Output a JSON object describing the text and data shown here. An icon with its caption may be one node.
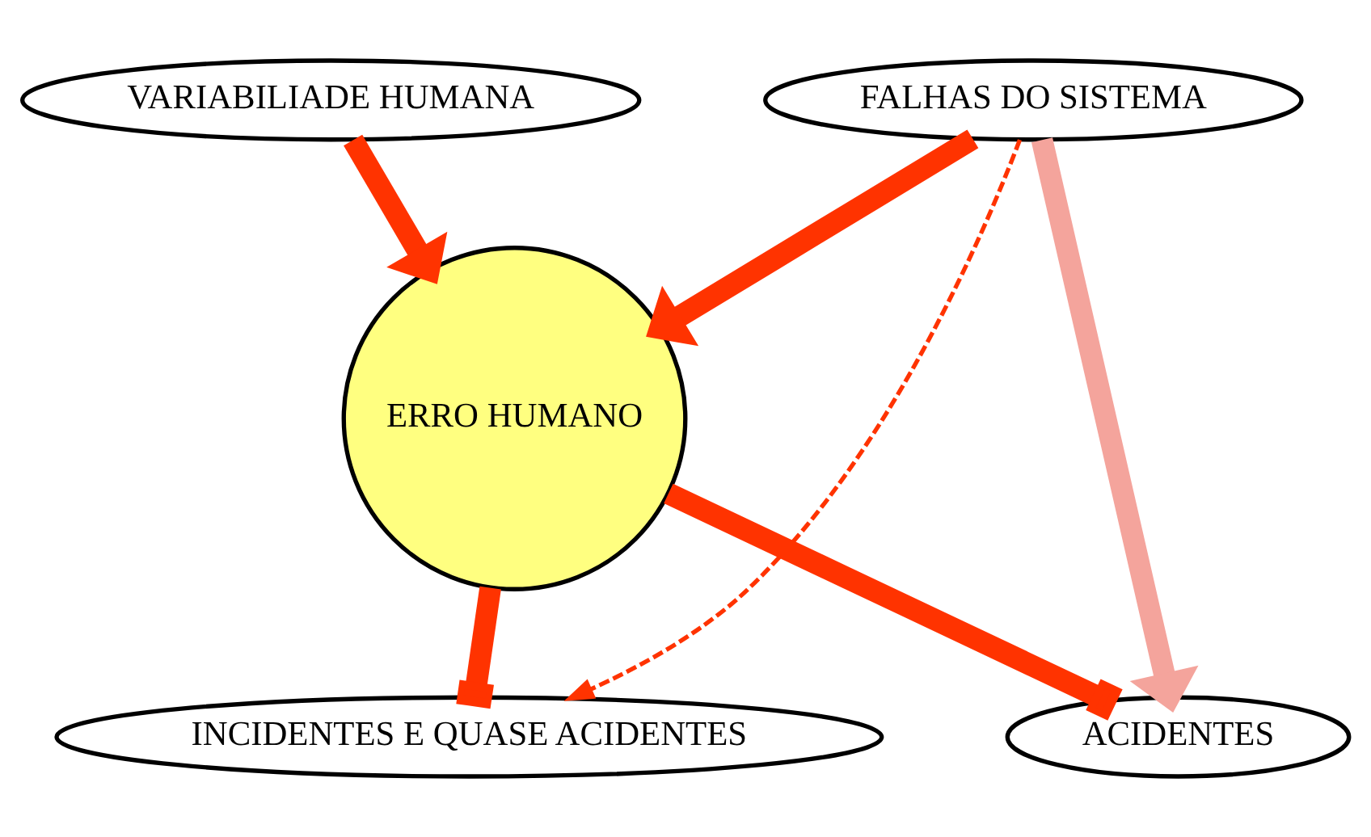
{
  "diagram": {
    "nodes": [
      {
        "text": [
          "FALHAS DO SISTEMA"
        ]
      },
      {
        "text": [
          "VARIABILIADE HUMANA"
        ]
      },
      {
        "text": [
          "ERRO HUMANO"
        ]
      },
      {
        "text": [
          "INCIDENTES E QUASE ACIDENTES"
        ]
      },
      {
        "text": [
          "ACIDENTES"
        ]
      }
    ],
    "edges": [
      {
        "from": 0,
        "to": 3,
        "arrow": "to",
        "style": "dashed"
      },
      {
        "from": 1,
        "to": 2,
        "arrow": "to"
      },
      {
        "from": 0,
        "to": 2,
        "arrow": "to"
      },
      {
        "from": 0,
        "to": 4,
        "arrow": "to",
        "color": "#f4a49c"
      },
      {
        "from": 2,
        "to": 3,
        "arrow": "other"
      },
      {
        "from": 2,
        "to": 4,
        "arrow": "other"
      }
    ]
  }
}
